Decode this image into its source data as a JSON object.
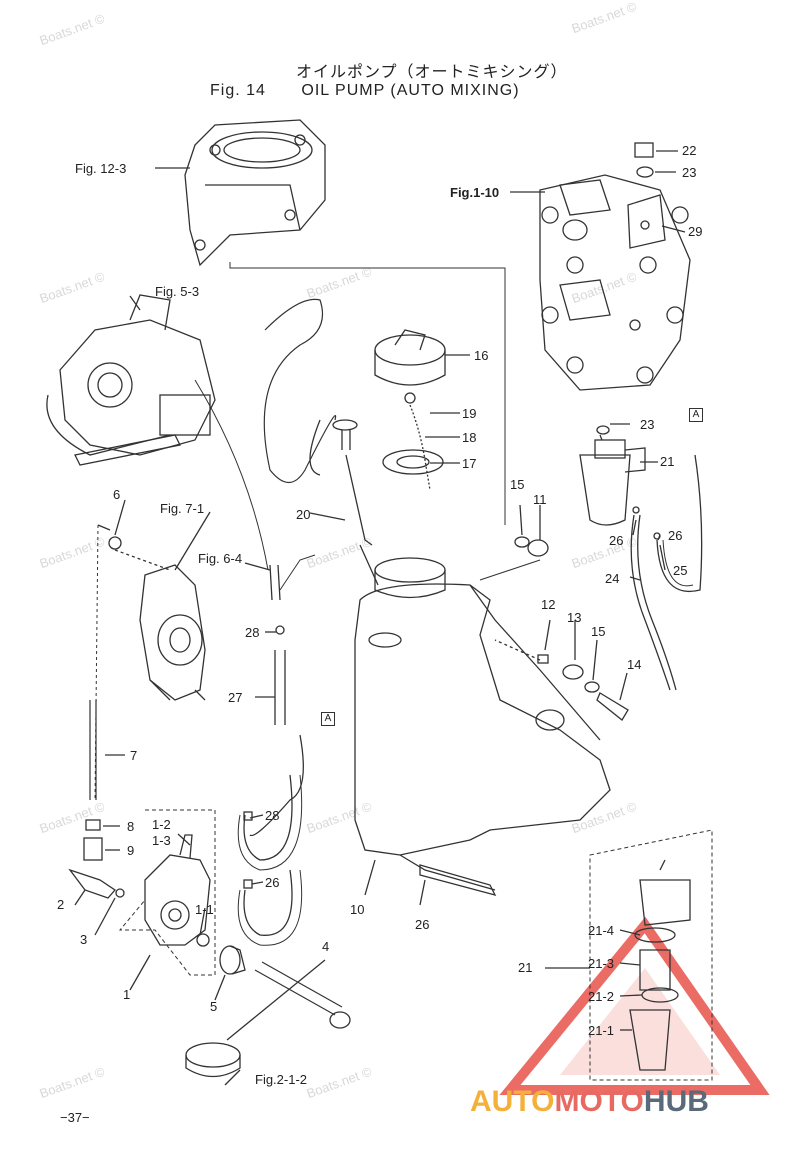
{
  "header": {
    "title_jp": "オイルポンプ（オートミキシング）",
    "fig_label": "Fig. 14",
    "title_en": "OIL PUMP (AUTO MIXING)"
  },
  "refs": {
    "fig_12_3": "Fig. 12-3",
    "fig_5_3": "Fig. 5-3",
    "fig_1_10": "Fig.1-10",
    "fig_7_1": "Fig. 7-1",
    "fig_6_4": "Fig. 6-4",
    "fig_2_1_2": "Fig.2-1-2"
  },
  "parts": {
    "p1": "1",
    "p1_1": "1-1",
    "p1_2": "1-2",
    "p1_3": "1-3",
    "p2": "2",
    "p3": "3",
    "p4": "4",
    "p5": "5",
    "p6": "6",
    "p7": "7",
    "p8": "8",
    "p9": "9",
    "p10": "10",
    "p11": "11",
    "p12": "12",
    "p13": "13",
    "p14": "14",
    "p15a": "15",
    "p15b": "15",
    "p16": "16",
    "p17": "17",
    "p18": "18",
    "p19": "19",
    "p20": "20",
    "p21a": "21",
    "p21b": "21",
    "p21_1": "21-1",
    "p21_2": "21-2",
    "p21_3": "21-3",
    "p21_4": "21-4",
    "p22": "22",
    "p23a": "23",
    "p23b": "23",
    "p24": "24",
    "p25": "25",
    "p26a": "26",
    "p26b": "26",
    "p26c": "26",
    "p26d": "26",
    "p27": "27",
    "p28a": "28",
    "p28b": "28",
    "p29": "29"
  },
  "markers": {
    "a1": "A",
    "a2": "A"
  },
  "watermark": "Boats.net ©",
  "page_number": "−37−",
  "logo": {
    "part1": "AUTO",
    "part2": "MOTO",
    "part3": "HUB"
  },
  "colors": {
    "logo_yellow": "#f4b13a",
    "logo_red": "#e66a62",
    "logo_gray": "#5a6a7a",
    "triangle": "#e8524a"
  }
}
